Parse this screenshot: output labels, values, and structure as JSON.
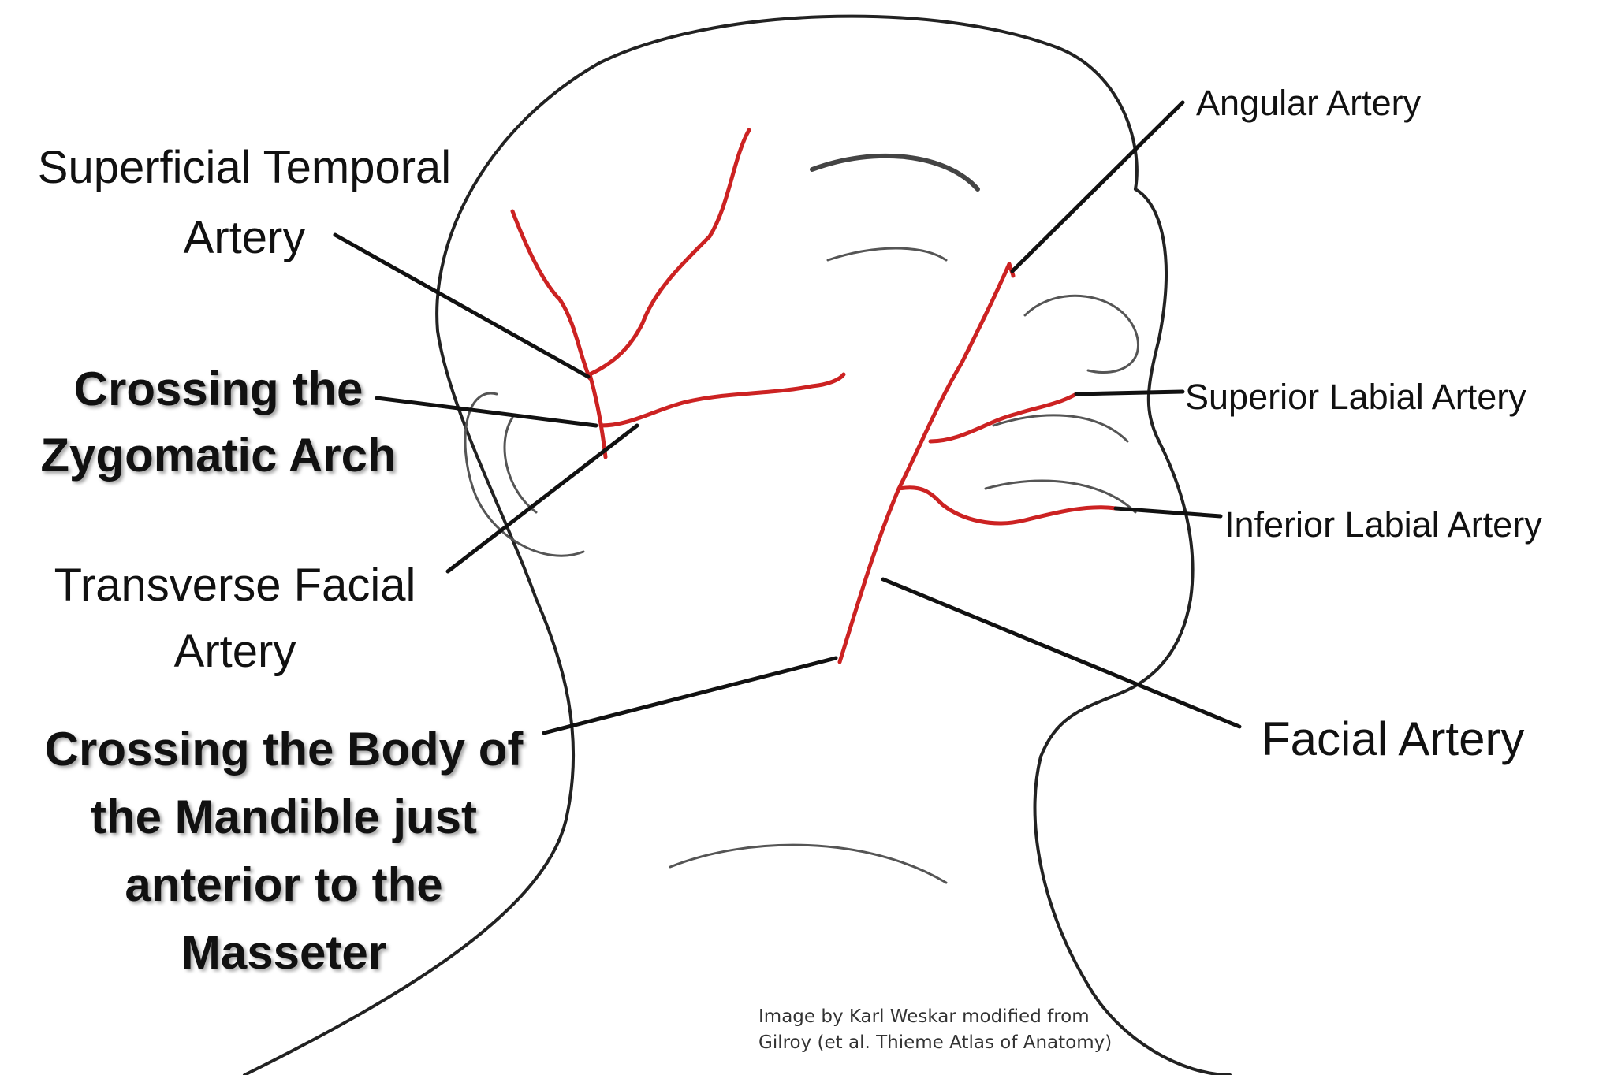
{
  "labels": {
    "superficial_temporal_1": "Superficial Temporal",
    "superficial_temporal_2": "Artery",
    "crossing_zygomatic_1": "Crossing the",
    "crossing_zygomatic_2": "Zygomatic Arch",
    "transverse_facial_1": "Transverse Facial",
    "transverse_facial_2": "Artery",
    "crossing_mandible_1": "Crossing the Body of",
    "crossing_mandible_2": "the Mandible just",
    "crossing_mandible_3": "anterior to the",
    "crossing_mandible_4": "Masseter",
    "angular": "Angular Artery",
    "superior_labial": "Superior Labial  Artery",
    "inferior_labial": "Inferior Labial  Artery",
    "facial": "Facial Artery"
  },
  "credit": {
    "line1": "Image by Karl Weskar modified from",
    "line2": "Gilroy (et al. Thieme Atlas of Anatomy)"
  },
  "colors": {
    "artery": "#cc2222",
    "leader": "#111111",
    "outline": "#222222"
  }
}
